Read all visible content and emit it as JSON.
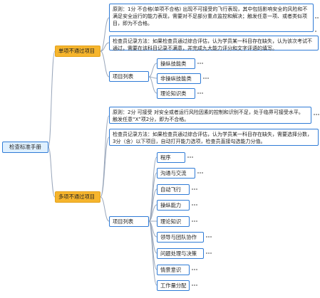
{
  "root": {
    "label": "检查标准手册"
  },
  "branches": [
    {
      "label": "单项不通过项目",
      "principle": "原则：1分 不合格(单项不合格) 出现不可接受的飞行表现，其中包括影响安全的风险和不满足安全运行的能力表现，需要对不足部分重点监控和解决；触发任意一项、或者类似项目，即为不合格。",
      "method": "检查员记录方法：如果检查员通过综合评估，认为学员某一科目存在缺失，认为该次考试不通过，需要在该科目记录不满意，并完成九大能力评分和文字评语的填写。",
      "list_label": "项目列表",
      "items": [
        "操纵技能类",
        "非操纵技能类",
        "理论知识类"
      ]
    },
    {
      "label": "多项不通过项目",
      "principle": "原则：2分 可接受 对安全或者运行风险因素的控制和识别不足，处于临界可接受水平。触发任意“X”项2分，即为不合格。",
      "method": "检查员记录方法：如果检查员通过综合评估，认为学员某一科目存在缺失，需要选择分数，3分（含）以下项目，自动打开能力选项，检查员直接勾选能力分值。",
      "list_label": "项目列表",
      "items": [
        "程序",
        "沟通与交流",
        "自动飞行",
        "操纵能力",
        "理论知识",
        "领导与团队协作",
        "问题处理与决策",
        "情景意识",
        "工作量分配"
      ]
    }
  ]
}
